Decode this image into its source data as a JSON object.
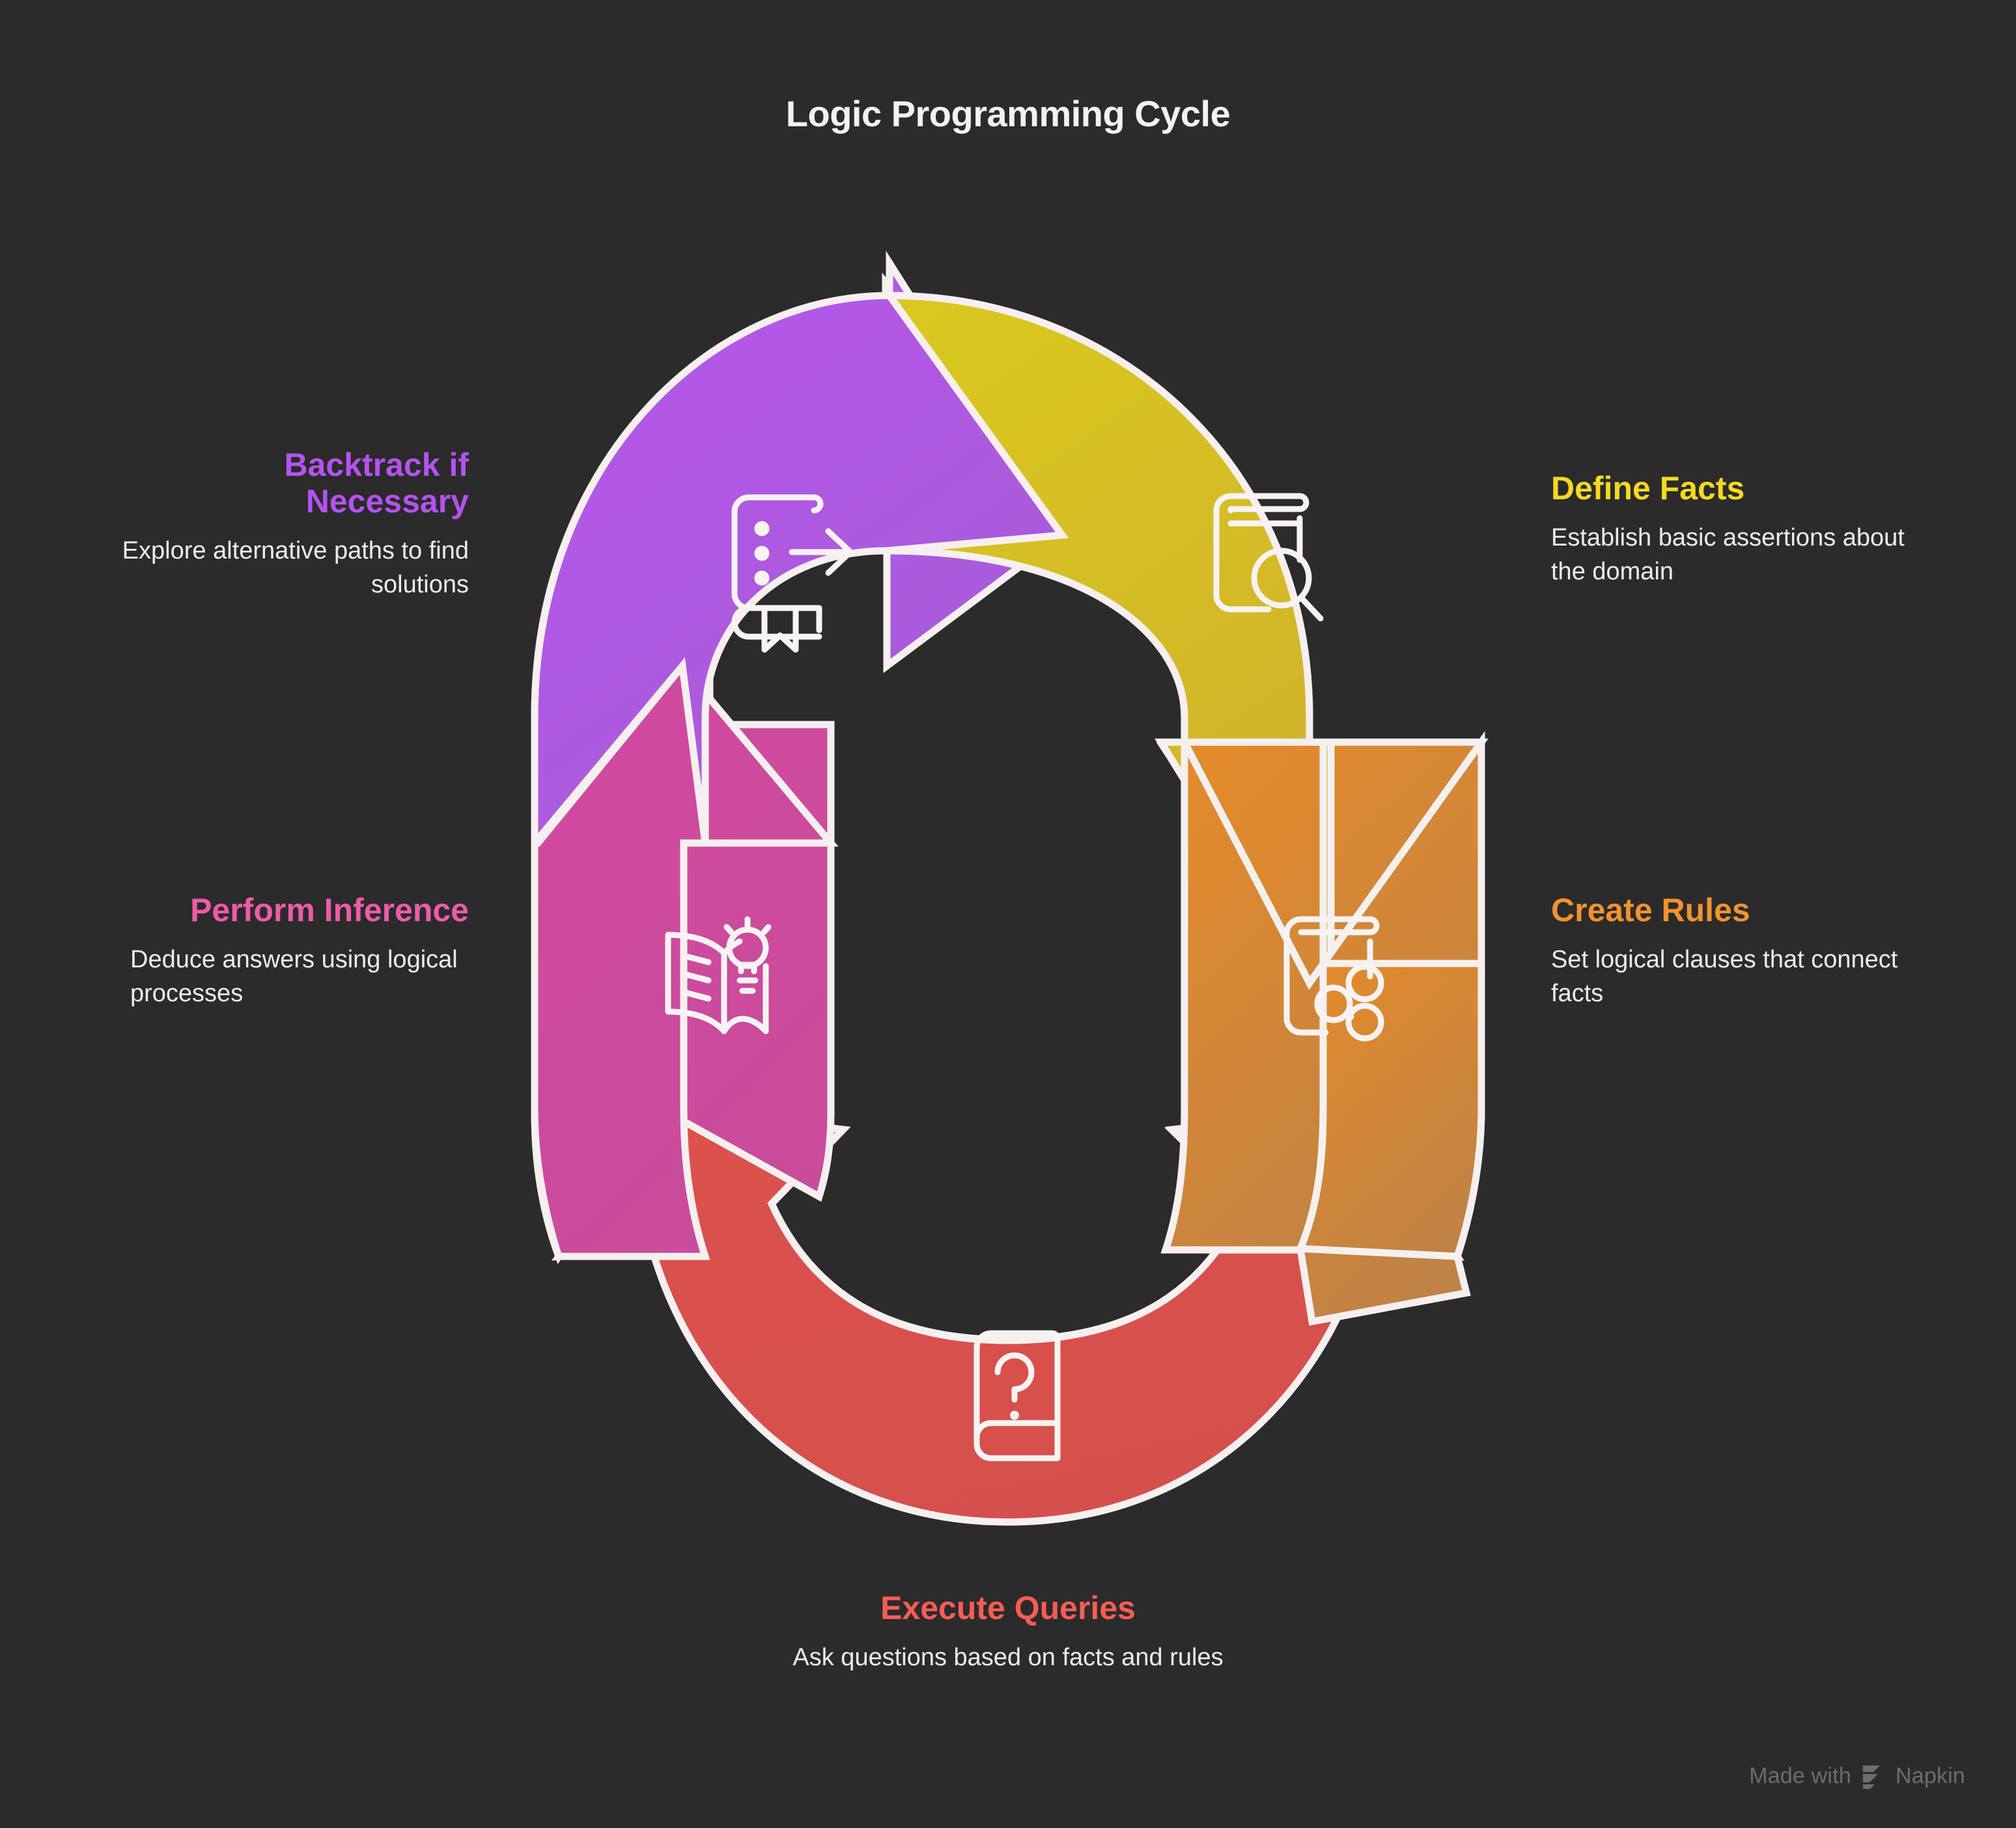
{
  "title": "Logic Programming Cycle",
  "background_color": "#2b2b2b",
  "watermark": {
    "prefix": "Made with",
    "brand": "Napkin",
    "logo_icon": "napkin-chevron-logo",
    "color": "#6d6d6d"
  },
  "diagram": {
    "type": "cycle",
    "shape": "oval-ring-of-arrows",
    "direction": "clockwise",
    "outline_color": "#f5f0ef",
    "steps": [
      {
        "id": "define-facts",
        "order": 1,
        "title": "Define Facts",
        "description": "Establish basic assertions about the domain",
        "color": "#d9c723",
        "color_end": "#d6a83a",
        "icon": "book-magnifier-icon",
        "position": "top-right",
        "label_side": "right"
      },
      {
        "id": "create-rules",
        "order": 2,
        "title": "Create Rules",
        "description": "Set logical clauses that connect facts",
        "color": "#e08a2e",
        "color_end": "#c08044",
        "icon": "book-share-nodes-icon",
        "position": "bottom-right",
        "label_side": "right"
      },
      {
        "id": "execute-queries",
        "order": 3,
        "title": "Execute Queries",
        "description": "Ask questions based on facts and rules",
        "color": "#d9504b",
        "color_end": "#d9504b",
        "icon": "book-question-mark-icon",
        "position": "bottom",
        "label_side": "bottom"
      },
      {
        "id": "perform-inference",
        "order": 4,
        "title": "Perform Inference",
        "description": "Deduce answers using logical processes",
        "color": "#d1479b",
        "color_end": "#c7479b",
        "icon": "open-book-lightbulb-icon",
        "position": "bottom-left",
        "label_side": "left"
      },
      {
        "id": "backtrack-if-necessary",
        "order": 5,
        "title": "Backtrack if Necessary",
        "title_line1": "Backtrack if",
        "title_line2": "Necessary",
        "description": "Explore alternative paths to find solutions",
        "color": "#b552ea",
        "color_end": "#a95ad6",
        "icon": "book-bookmark-arrow-icon",
        "position": "top-left",
        "label_side": "left"
      }
    ],
    "label_colors": {
      "define_facts": "#f5d922",
      "create_rules": "#f2922e",
      "execute_queries": "#f75c55",
      "perform_inference": "#ee5ba8",
      "backtrack": "#b452f0"
    },
    "description_color": "#ececec",
    "title_color": "#f2f2f2"
  }
}
